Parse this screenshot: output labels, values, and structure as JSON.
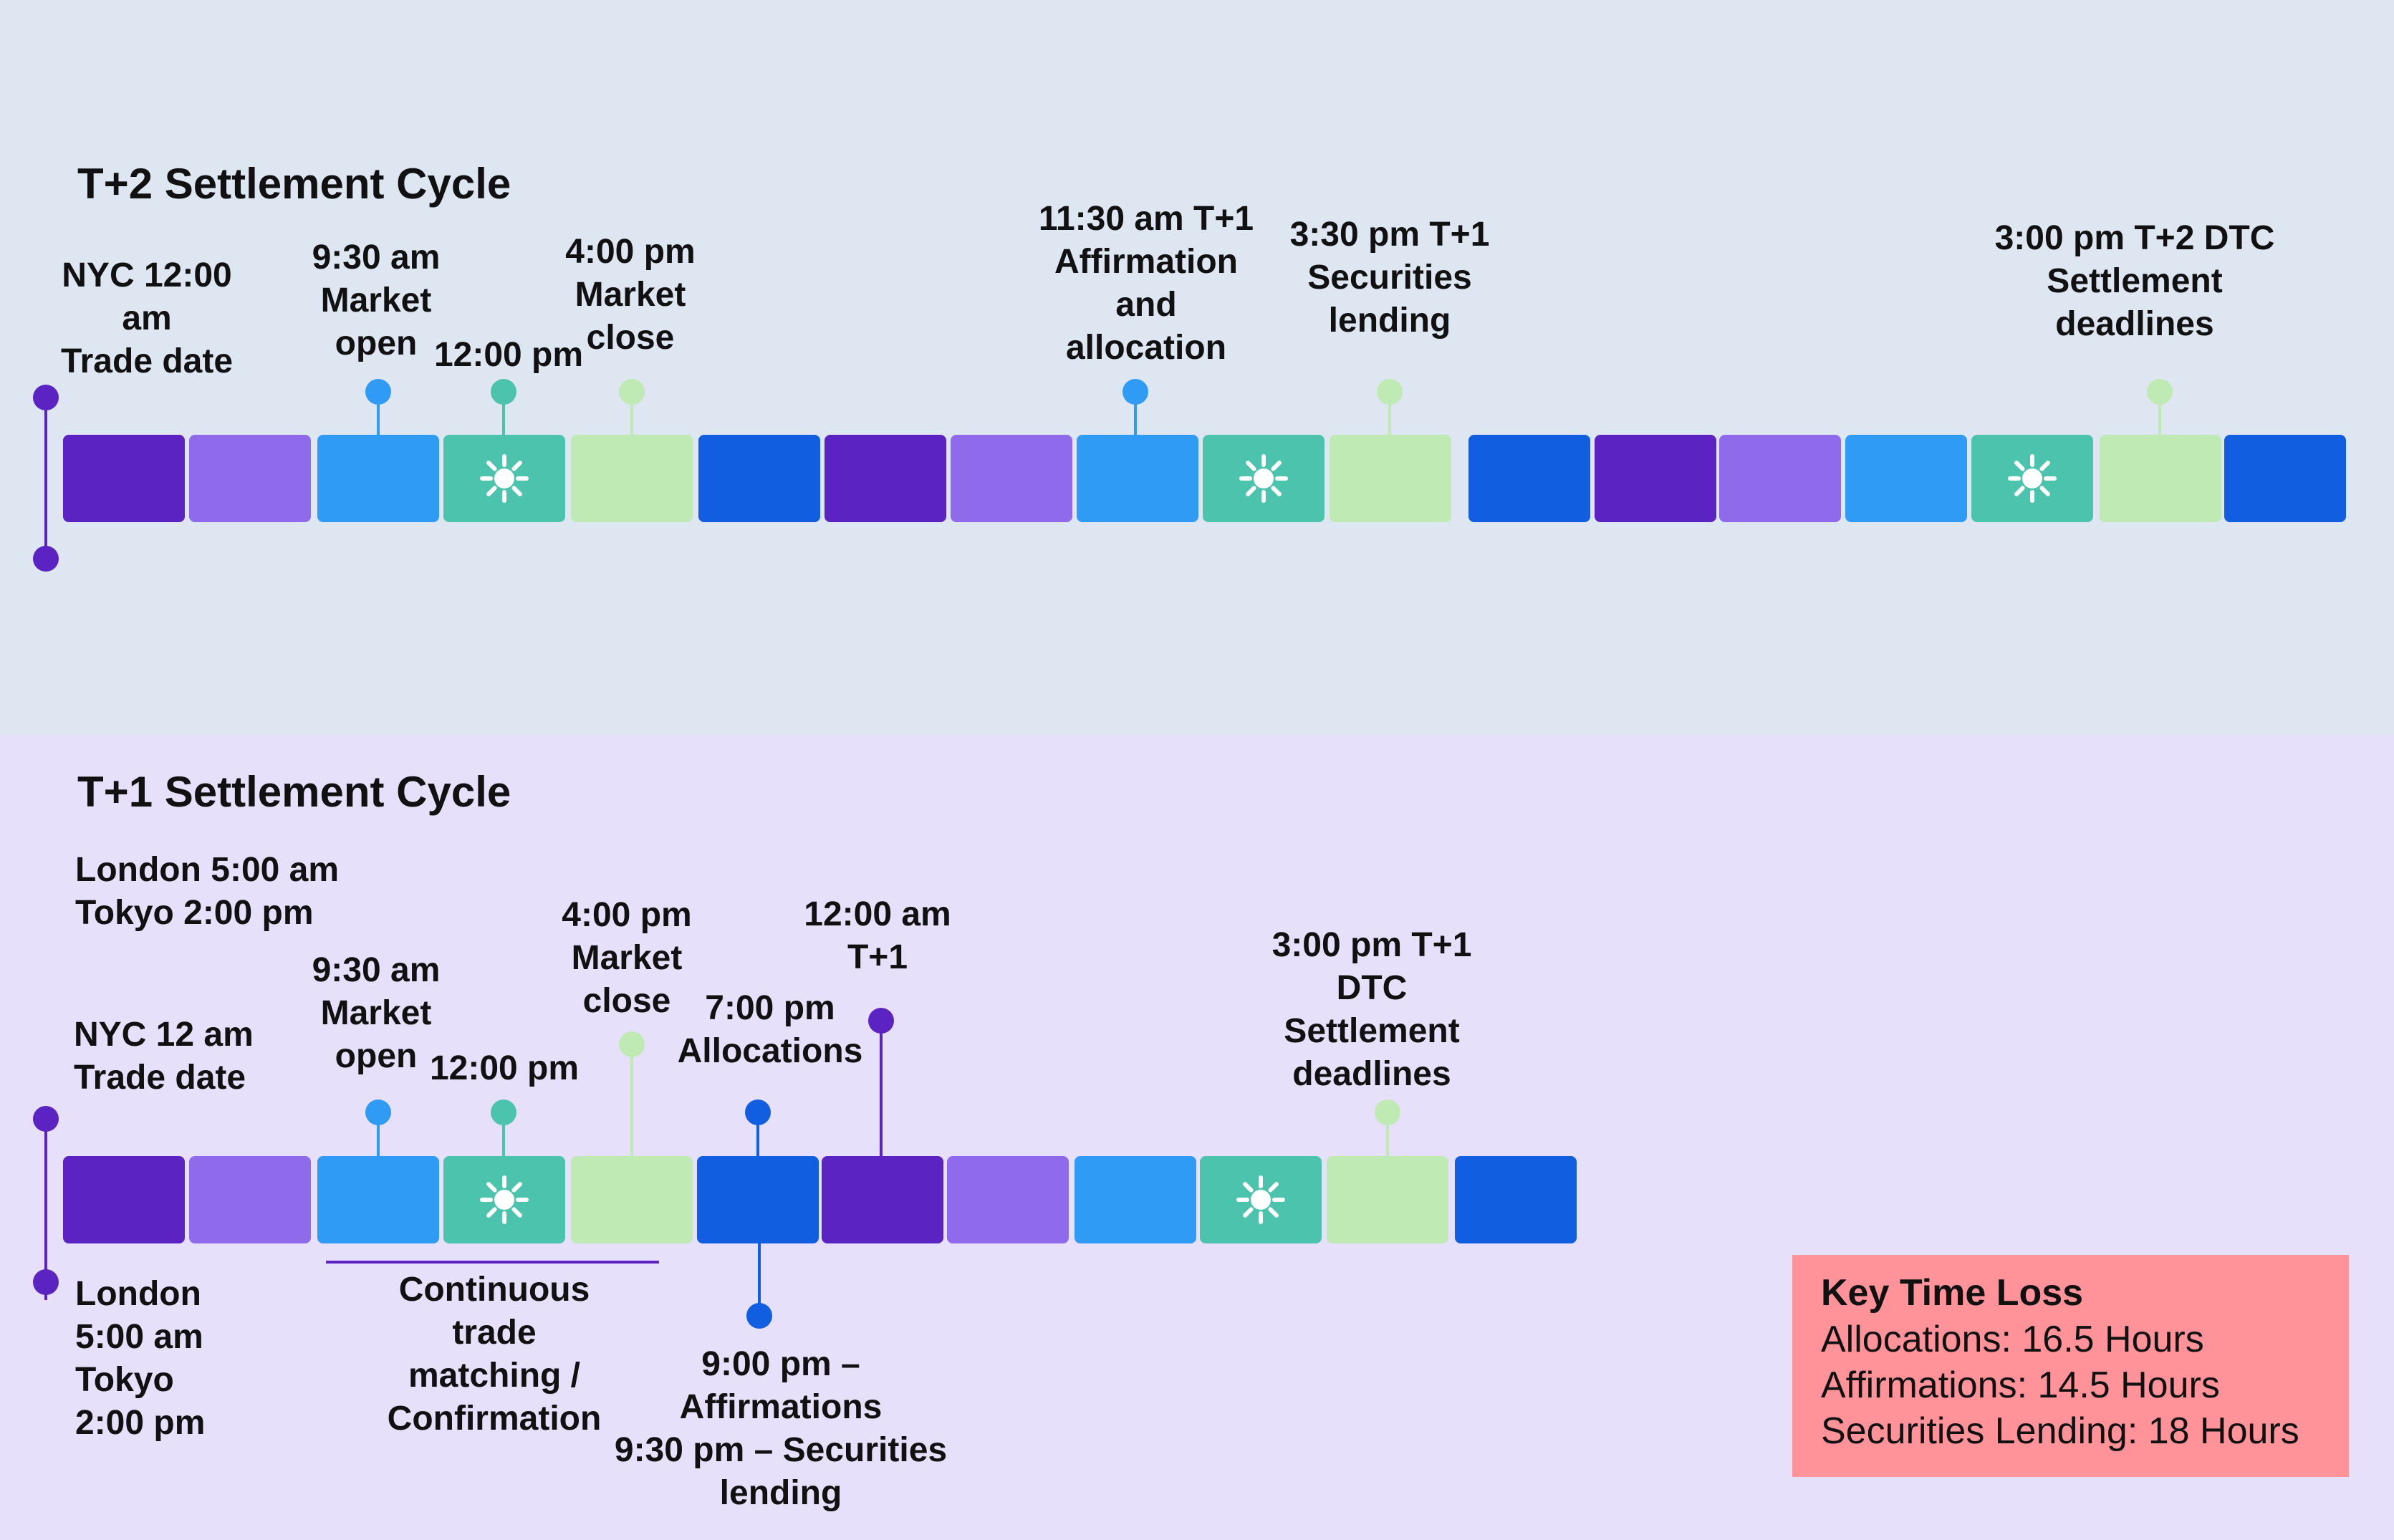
{
  "colors": {
    "night": "#5a23c2",
    "early_morning": "#8f6bec",
    "morning": "#2f9bf4",
    "midday": "#4cc3ad",
    "afternoon": "#c0eab3",
    "evening": "#125ee0",
    "t2_background": "#dde6f1",
    "t1_background": "#e6e0fb",
    "key_background": "#ff9399"
  },
  "t2": {
    "title": "T+2 Settlement Cycle",
    "labels": {
      "trade_date": [
        "NYC 12:00",
        "am",
        "Trade date"
      ],
      "market_open": [
        "9:30 am",
        "Market",
        "open"
      ],
      "noon": [
        "12:00 pm"
      ],
      "market_close": [
        "4:00 pm",
        "Market",
        "close"
      ],
      "affirmation": [
        "11:30 am T+1",
        "Affirmation",
        "and",
        "allocation"
      ],
      "lending": [
        "3:30 pm T+1",
        "Securities",
        "lending"
      ],
      "dtc": [
        "3:00 pm T+2 DTC",
        "Settlement",
        "deadlines"
      ]
    },
    "segments": [
      "night",
      "early_morning",
      "morning",
      "midday",
      "afternoon",
      "evening",
      "night",
      "early_morning",
      "morning",
      "midday",
      "afternoon",
      "evening",
      "night",
      "early_morning",
      "morning",
      "midday",
      "afternoon",
      "evening"
    ]
  },
  "t1": {
    "title": "T+1 Settlement Cycle",
    "labels": {
      "london_tokyo_top": [
        "London 5:00 am",
        "Tokyo 2:00 pm"
      ],
      "trade_date": [
        "NYC 12 am",
        "Trade date"
      ],
      "market_open": [
        "9:30 am",
        "Market",
        "open"
      ],
      "noon": [
        "12:00 pm"
      ],
      "market_close": [
        "4:00 pm",
        "Market",
        "close"
      ],
      "allocations": [
        "7:00 pm",
        "Allocations"
      ],
      "midnight_t1": [
        "12:00 am",
        "T+1"
      ],
      "dtc": [
        "3:00 pm T+1",
        "DTC",
        "Settlement",
        "deadlines"
      ],
      "london_tokyo_bottom": [
        "London",
        "5:00 am",
        "Tokyo",
        "2:00 pm"
      ],
      "continuous_matching": [
        "Continuous",
        "trade",
        "matching /",
        "Confirmation"
      ],
      "affirmations_lending": [
        "9:00 pm –",
        "Affirmations",
        "9:30 pm – Securities",
        "lending"
      ]
    },
    "segments": [
      "night",
      "early_morning",
      "morning",
      "midday",
      "afternoon",
      "evening",
      "night",
      "early_morning",
      "morning",
      "midday",
      "afternoon",
      "evening"
    ]
  },
  "key": {
    "title": "Key Time Loss",
    "items": [
      "Allocations: 16.5 Hours",
      "Affirmations: 14.5 Hours",
      "Securities Lending: 18 Hours"
    ]
  }
}
